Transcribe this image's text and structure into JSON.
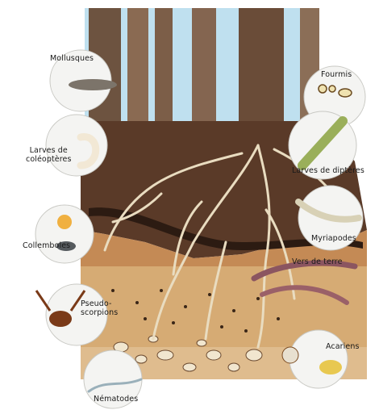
{
  "labels": {
    "mollusques": "Mollusques",
    "fourmis": "Fourmis",
    "larves_coleopteres": "Larves de\ncoléoptères",
    "larves_dipteres": "Larves de diptères",
    "collemboles": "Collemboles",
    "myriapodes": "Myriapodes",
    "vers_de_terre": "Vers de terre",
    "pseudoscorpions": "Pseudo-\nscorpions",
    "acariens": "Acariens",
    "nematodes": "Nématodes"
  },
  "colors": {
    "sky": "#bfe0ef",
    "trunk": "#7a5a45",
    "topsoil": "#5a3a28",
    "subsoil": "#c48a55",
    "deep_soil": "#d9b07a",
    "roots": "#e9dcc0",
    "circle": "#f4f4f2"
  }
}
